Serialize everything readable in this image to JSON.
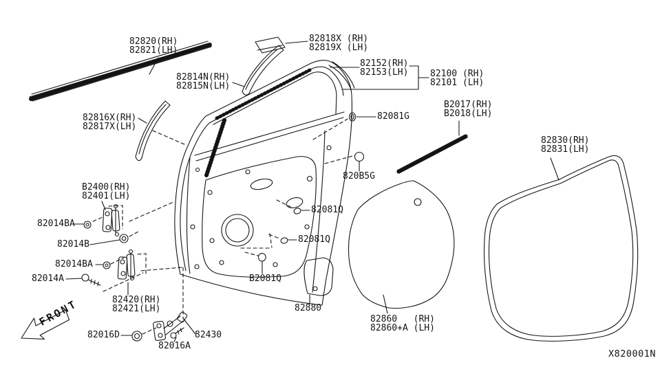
{
  "diagram": {
    "code": "X820001N",
    "front_label": "FRONT",
    "labels": {
      "m82820": {
        "l1": "82820(RH)",
        "l2": "82821(LH)"
      },
      "t82818": {
        "l1": "82818X (RH)",
        "l2": "82819X (LH)"
      },
      "t82814": {
        "l1": "82814N(RH)",
        "l2": "82815N(LH)"
      },
      "p82152": {
        "l1": "82152(RH)",
        "l2": "82153(LH)"
      },
      "p82100": {
        "l1": "82100 (RH)",
        "l2": "82101 (LH)"
      },
      "t82816": {
        "l1": "82816X(RH)",
        "l2": "82817X(LH)"
      },
      "g82081G": "82081G",
      "sB2017": {
        "l1": "B2017(RH)",
        "l2": "B2018(LH)"
      },
      "g820B5G": "820B5G",
      "w82830": {
        "l1": "82830(RH)",
        "l2": "82831(LH)"
      },
      "h82400": {
        "l1": "B2400(RH)",
        "l2": "82401(LH)"
      },
      "b82014BA_1": "82014BA",
      "b82014B": "82014B",
      "b82014BA_2": "82014BA",
      "b82014A": "82014A",
      "q82081_1": "82081Q",
      "q82081_2": "82081Q",
      "qB2081": "B2081Q",
      "h82420": {
        "l1": "82420(RH)",
        "l2": "82421(LH)"
      },
      "s82880": "82880",
      "s82860": {
        "l1": "82860   (RH)",
        "l2": "82860+A (LH)"
      }
    },
    "fastener_labels_note": "",
    "d82016D": "82016D",
    "d82016A": "82016A",
    "c82430": "82430",
    "ink_color": "#141414"
  }
}
